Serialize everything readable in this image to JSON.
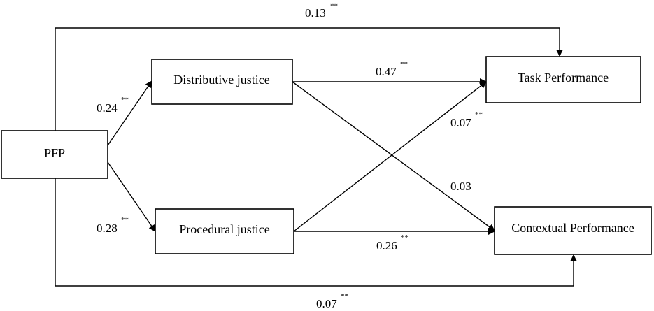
{
  "nodes": {
    "pfp": "PFP",
    "distributive": "Distributive justice",
    "procedural": "Procedural justice",
    "task": "Task Performance",
    "contextual": "Contextual Performance"
  },
  "paths": {
    "pfp_task": {
      "coef": "0.13",
      "sig": "**"
    },
    "pfp_distributive": {
      "coef": "0.24",
      "sig": "**"
    },
    "pfp_procedural": {
      "coef": "0.28",
      "sig": "**"
    },
    "distributive_task": {
      "coef": "0.47",
      "sig": "**"
    },
    "procedural_task": {
      "coef": "0.07",
      "sig": "**"
    },
    "distributive_contextual": {
      "coef": "0.03",
      "sig": ""
    },
    "procedural_contextual": {
      "coef": "0.26",
      "sig": "**"
    },
    "pfp_contextual": {
      "coef": "0.07",
      "sig": "**"
    }
  }
}
